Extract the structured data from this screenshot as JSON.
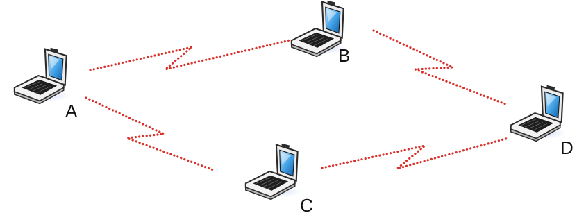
{
  "diagram": {
    "nodes": [
      {
        "id": "A",
        "label": "A",
        "icon": "laptop-icon"
      },
      {
        "id": "B",
        "label": "B",
        "icon": "laptop-icon"
      },
      {
        "id": "C",
        "label": "C",
        "icon": "laptop-icon"
      },
      {
        "id": "D",
        "label": "D",
        "icon": "laptop-icon"
      }
    ],
    "links": [
      {
        "from": "A",
        "to": "B",
        "style": "dotted-zigzag"
      },
      {
        "from": "B",
        "to": "D",
        "style": "dotted-zigzag"
      },
      {
        "from": "A",
        "to": "C",
        "style": "dotted-zigzag"
      },
      {
        "from": "C",
        "to": "D",
        "style": "dotted-zigzag"
      }
    ],
    "colors": {
      "link": "#d9302a",
      "screen": "#3f9fe4",
      "laptop_body": "#f2f2f2",
      "outline": "#2b2b2b",
      "glow": "#c8d6f5"
    }
  }
}
